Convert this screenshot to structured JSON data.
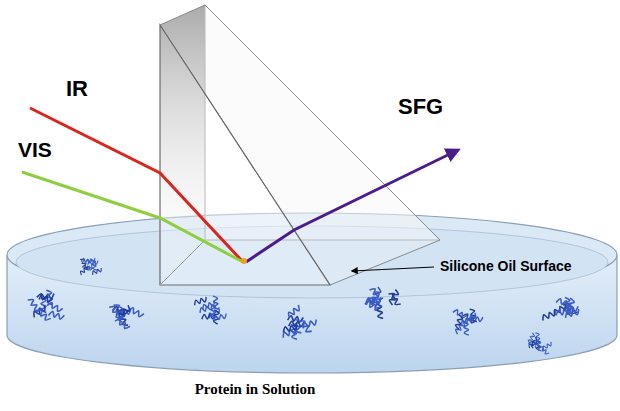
{
  "diagram": {
    "labels": [
      "IR",
      "VIS",
      "SFG",
      "Silicone Oil Surface",
      "Protein in Solution"
    ]
  }
}
